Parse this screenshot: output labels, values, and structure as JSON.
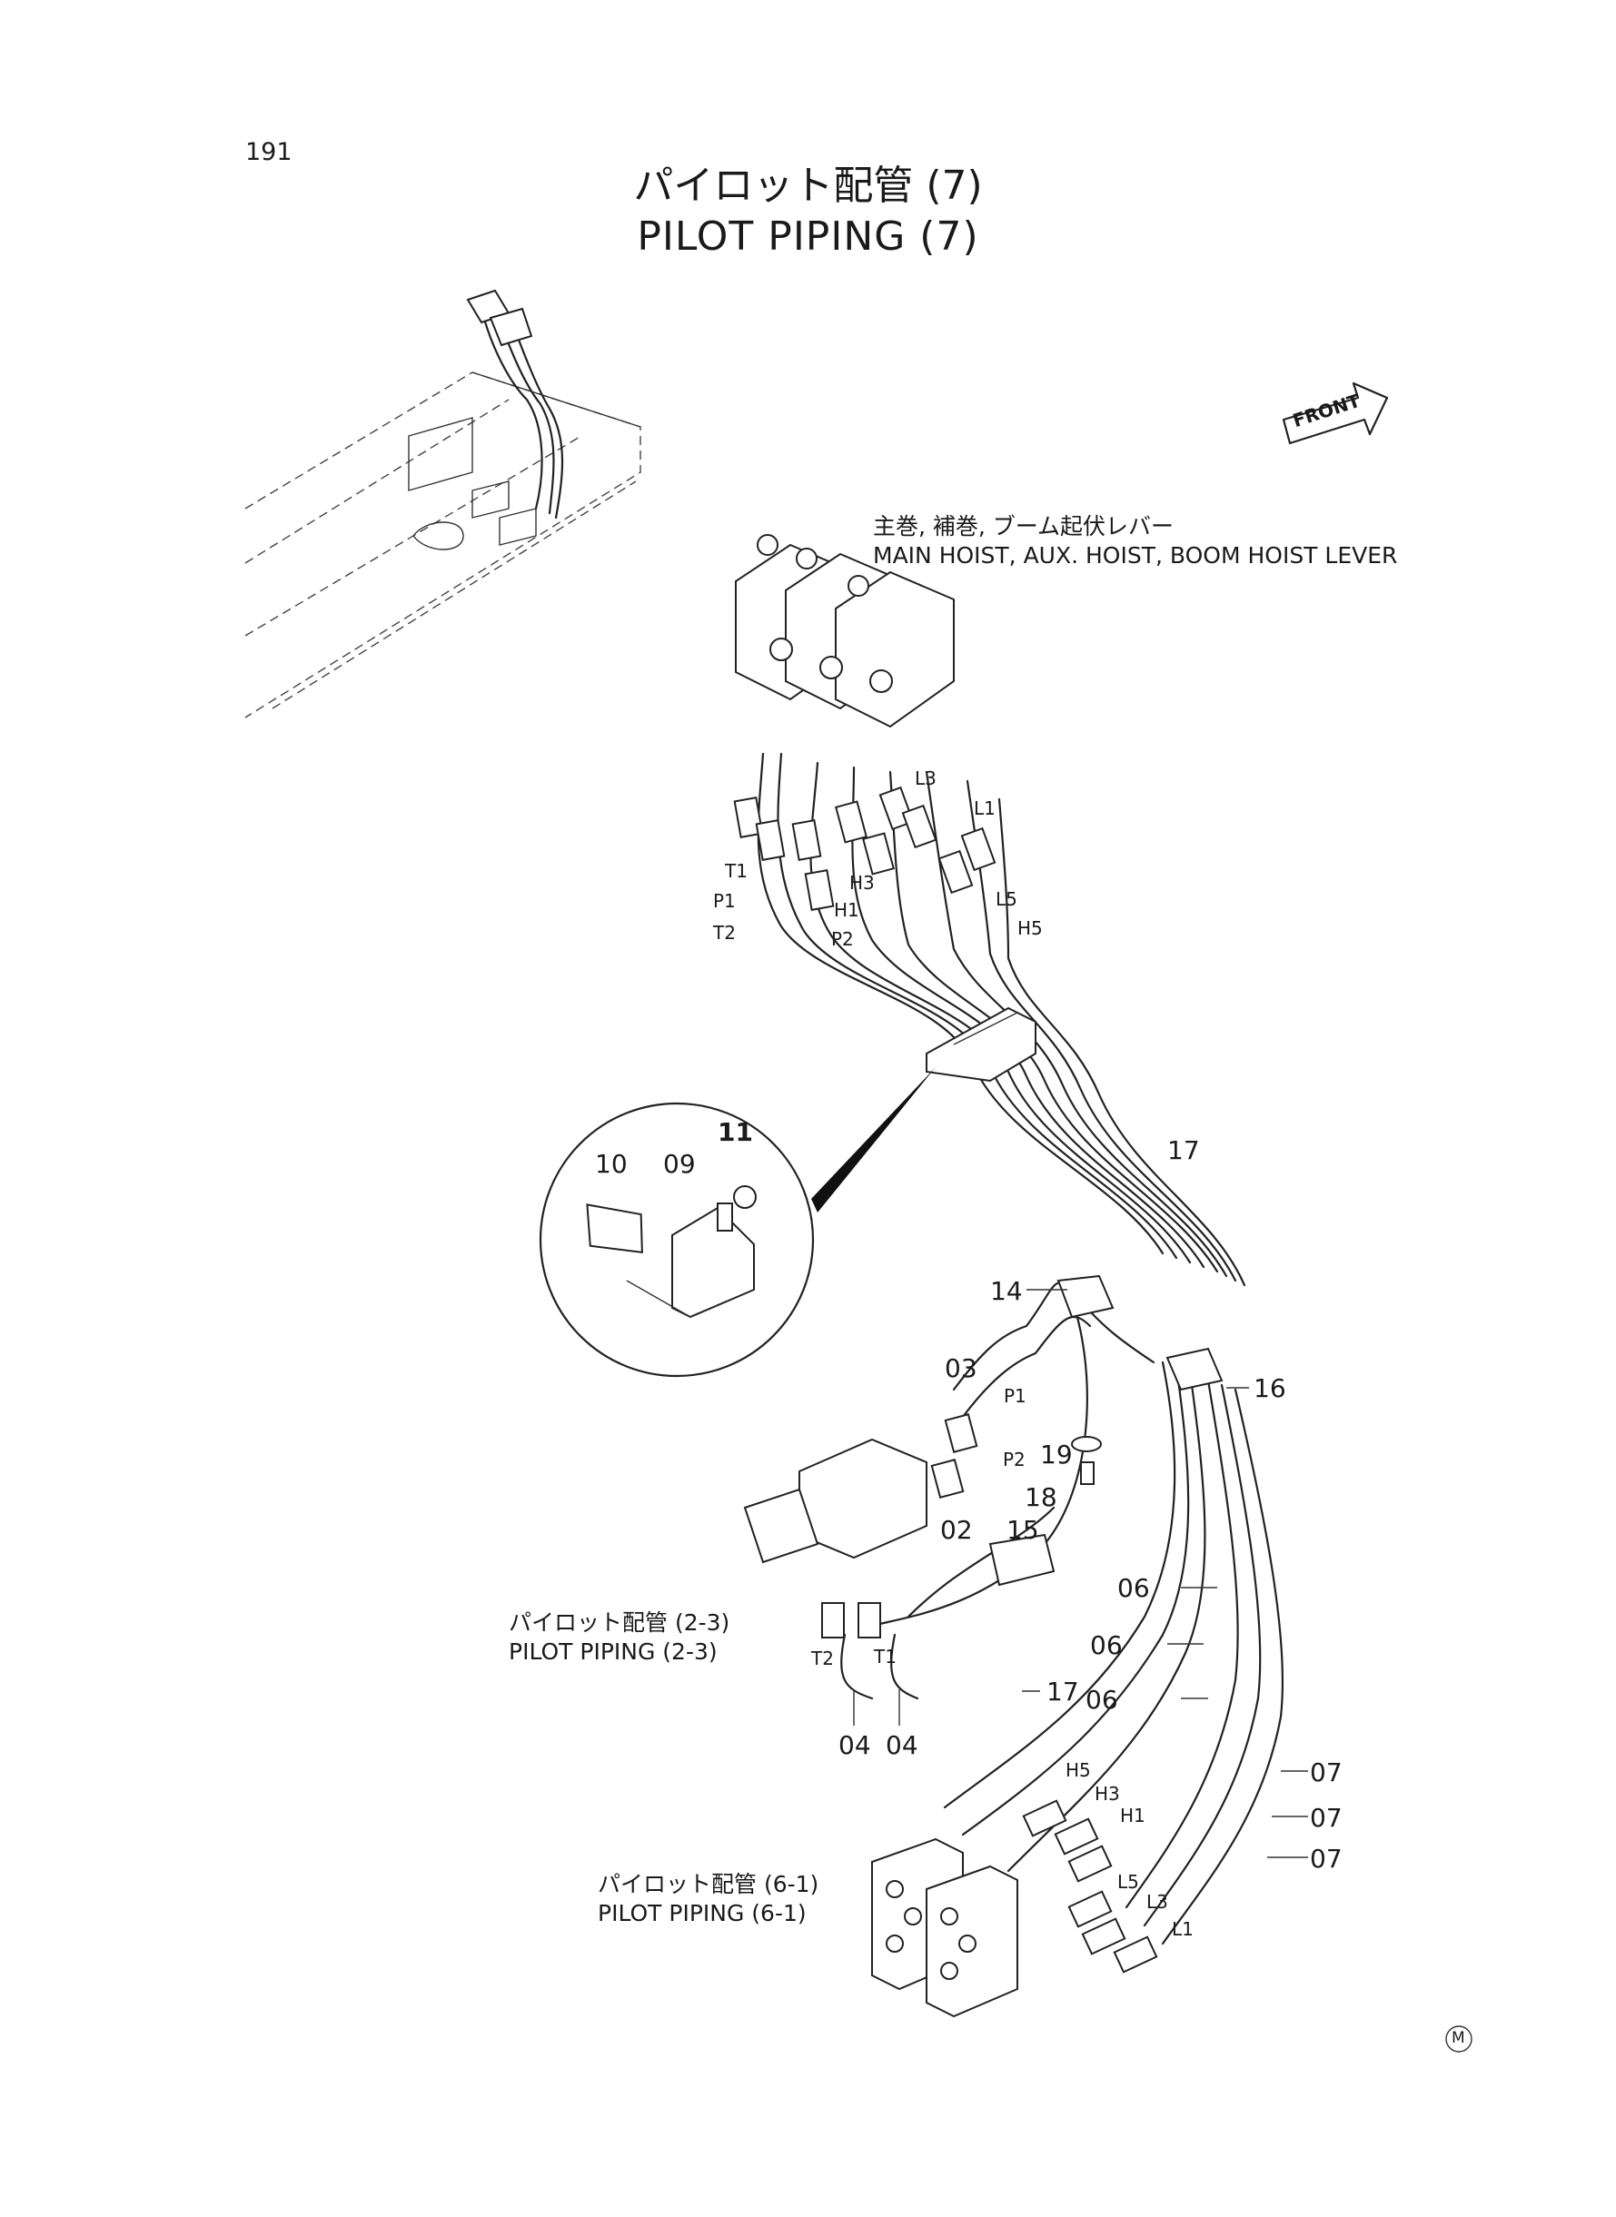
{
  "page_number": "191",
  "title": {
    "ja": "パイロット配管 (7)",
    "en": "PILOT PIPING (7)"
  },
  "front_label": "FRONT",
  "lever_label": {
    "ja": "主巻, 補巻, ブーム起伏レバー",
    "en": "MAIN HOIST, AUX. HOIST, BOOM HOIST LEVER"
  },
  "references": {
    "piping_2_3": {
      "ja": "パイロット配管 (2-3)",
      "en": "PILOT PIPING (2-3)"
    },
    "piping_6_1": {
      "ja": "パイロット配管 (6-1)",
      "en": "PILOT PIPING (6-1)"
    }
  },
  "port_labels_top": [
    "T1",
    "P1",
    "T2",
    "P2",
    "H3",
    "H1",
    "L3",
    "L1",
    "L5",
    "H5"
  ],
  "port_labels_bottom": [
    "H5",
    "H3",
    "H1",
    "L5",
    "L3",
    "L1"
  ],
  "port_labels_mid": [
    "P1",
    "P2",
    "T2",
    "T1"
  ],
  "part_numbers": {
    "p02": "02",
    "p03": "03",
    "p04a": "04",
    "p04b": "04",
    "p06a": "06",
    "p06b": "06",
    "p06c": "06",
    "p07a": "07",
    "p07b": "07",
    "p07c": "07",
    "p09": "09",
    "p10": "10",
    "p11": "11",
    "p14": "14",
    "p15": "15",
    "p16": "16",
    "p17a": "17",
    "p17b": "17",
    "p18": "18",
    "p19": "19"
  },
  "corner_mark": "M"
}
